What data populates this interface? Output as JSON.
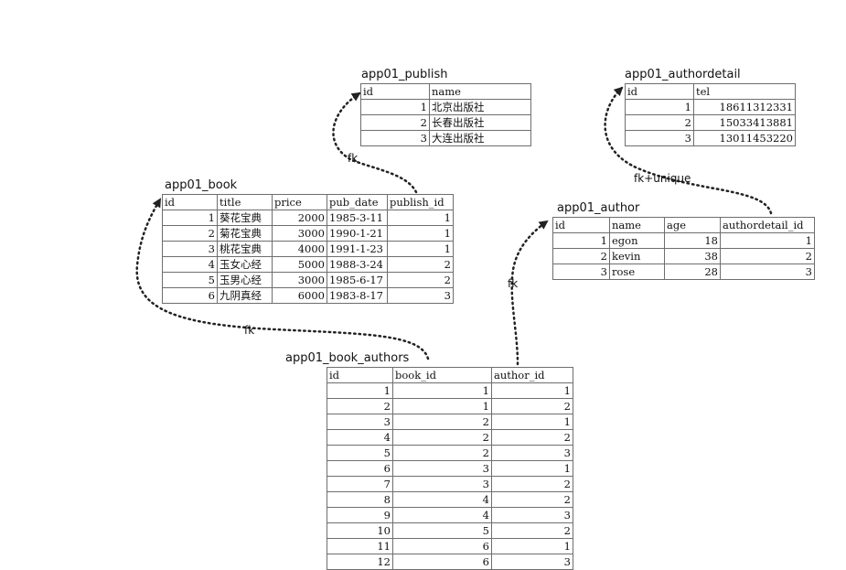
{
  "tables": {
    "publish": {
      "title": "app01_publish",
      "columns": [
        "id",
        "name"
      ],
      "align": [
        "num",
        "txt"
      ],
      "rows": [
        [
          "1",
          "北京出版社"
        ],
        [
          "2",
          "长春出版社"
        ],
        [
          "3",
          "大连出版社"
        ]
      ]
    },
    "authordetail": {
      "title": "app01_authordetail",
      "columns": [
        "id",
        "tel"
      ],
      "align": [
        "num",
        "num"
      ],
      "rows": [
        [
          "1",
          "18611312331"
        ],
        [
          "2",
          "15033413881"
        ],
        [
          "3",
          "13011453220"
        ]
      ]
    },
    "book": {
      "title": "app01_book",
      "columns": [
        "id",
        "title",
        "price",
        "pub_date",
        "publish_id"
      ],
      "align": [
        "num",
        "txt",
        "num",
        "txt",
        "num"
      ],
      "rows": [
        [
          "1",
          "葵花宝典",
          "2000",
          "1985-3-11",
          "1"
        ],
        [
          "2",
          "菊花宝典",
          "3000",
          "1990-1-21",
          "1"
        ],
        [
          "3",
          "桃花宝典",
          "4000",
          "1991-1-23",
          "1"
        ],
        [
          "4",
          "玉女心经",
          "5000",
          "1988-3-24",
          "2"
        ],
        [
          "5",
          "玉男心经",
          "3000",
          "1985-6-17",
          "2"
        ],
        [
          "6",
          "九阴真经",
          "6000",
          "1983-8-17",
          "3"
        ]
      ]
    },
    "author": {
      "title": "app01_author",
      "columns": [
        "id",
        "name",
        "age",
        "authordetail_id"
      ],
      "align": [
        "num",
        "txt",
        "num",
        "num"
      ],
      "rows": [
        [
          "1",
          "egon",
          "18",
          "1"
        ],
        [
          "2",
          "kevin",
          "38",
          "2"
        ],
        [
          "3",
          "rose",
          "28",
          "3"
        ]
      ]
    },
    "book_authors": {
      "title": "app01_book_authors",
      "columns": [
        "id",
        "book_id",
        "author_id"
      ],
      "align": [
        "num",
        "num",
        "num"
      ],
      "rows": [
        [
          "1",
          "1",
          "1"
        ],
        [
          "2",
          "1",
          "2"
        ],
        [
          "3",
          "2",
          "1"
        ],
        [
          "4",
          "2",
          "2"
        ],
        [
          "5",
          "2",
          "3"
        ],
        [
          "6",
          "3",
          "1"
        ],
        [
          "7",
          "3",
          "2"
        ],
        [
          "8",
          "4",
          "2"
        ],
        [
          "9",
          "4",
          "3"
        ],
        [
          "10",
          "5",
          "2"
        ],
        [
          "11",
          "6",
          "1"
        ],
        [
          "12",
          "6",
          "3"
        ]
      ]
    }
  },
  "edges": {
    "book_to_publish": "fk",
    "author_to_authordetail": "fk+unique",
    "book_authors_to_book": "fk",
    "book_authors_to_author": "fk"
  },
  "colors": {
    "line": "#222222",
    "border": "#6e6e6e"
  }
}
